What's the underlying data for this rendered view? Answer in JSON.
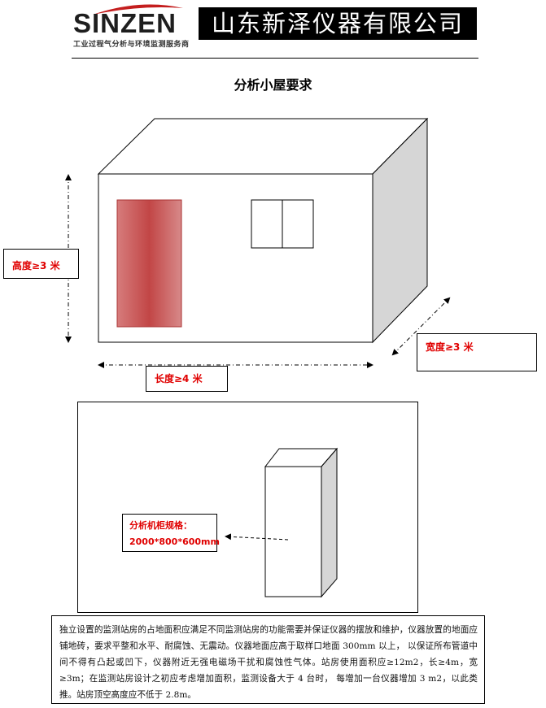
{
  "header": {
    "logo_text": "SINZEN",
    "logo_tagline": "工业过程气分析与环境监测服务商",
    "company_name": "山东新泽仪器有限公司"
  },
  "title": "分析小屋要求",
  "dimensions": {
    "height_label": "高度≥3 米",
    "length_label": "长度≥4 米",
    "width_label": "宽度≥3 米"
  },
  "cabinet": {
    "spec_title": "分析机柜规格：",
    "spec_size": "2000*800*600mm"
  },
  "description": "独立设置的监测站房的占地面积应满足不同监测站房的功能需要并保证仪器的摆放和维护，仪器放置的地面应铺地砖，要求平整和水平、耐腐蚀、无震动。仪器地面应高于取样口地面 300mm 以上， 以保证所布管道中间不得有凸起或凹下，仪器附近无强电磁场干扰和腐蚀性气体。站房使用面积应≥12m2，长≥4m，宽≥3m；在监测站房设计之初应考虑增加面积，监测设备大于 4 台时， 每增加一台仪器增加 3 m2，以此类推。站房顶空高度应不低于 2.8m。",
  "colors": {
    "brand_red": "#c41e1e",
    "label_red": "#e00000",
    "door_red": "#c24646",
    "side_gray": "#d6d6d6"
  }
}
